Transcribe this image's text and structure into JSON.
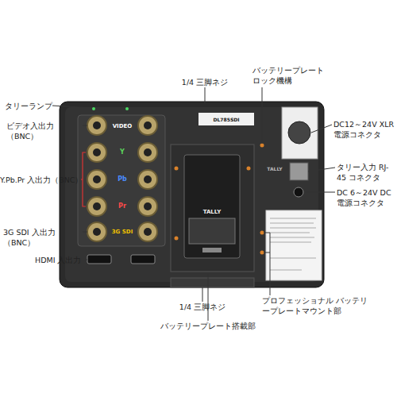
{
  "diagram": {
    "labels": [
      "タリーランプ",
      "ビデオ入出力（BNC）",
      "Y.Pb.Pr 入出力（BNC）",
      "3G SDI 入出力（BNC）",
      "HDMI 入出力",
      "1/4 三脚ネジ",
      "バッテリープレート ロック機構",
      "DC12～24V XLR 電源コネクタ",
      "タリー入力 RJ-45 コネクタ",
      "DC 6～24V DC 電源コネクタ",
      "1/4 三脚ネジ",
      "プロフェッショナル バッテリープレートマウント部",
      "バッテリープレート搭載部",
      "VIDEO",
      "Y",
      "Pb",
      "Pr",
      "3G SDI",
      "TALLY",
      "TALLY",
      "DL785SDI"
    ]
  }
}
